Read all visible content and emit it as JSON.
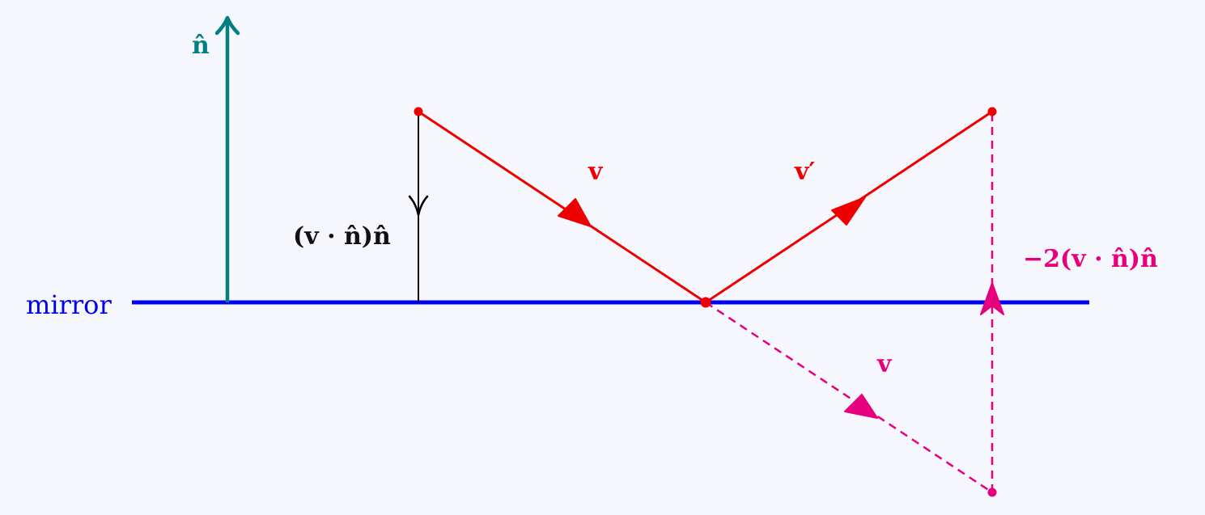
{
  "labels": {
    "mirror": "mirror",
    "normal": "n̂",
    "projection": "(v · n̂)n̂",
    "incident": "v",
    "reflected": "v′",
    "extended": "v",
    "correction": "−2(v · n̂)n̂"
  },
  "colors": {
    "background": "#f6f7fd",
    "mirror": "#0000ee",
    "normal": "#008080",
    "ray": "#ee0000",
    "construction": "#e6007e",
    "projection": "#000000"
  },
  "icons": {
    "arrowhead": "arrowhead-icon",
    "point": "dot-icon"
  }
}
